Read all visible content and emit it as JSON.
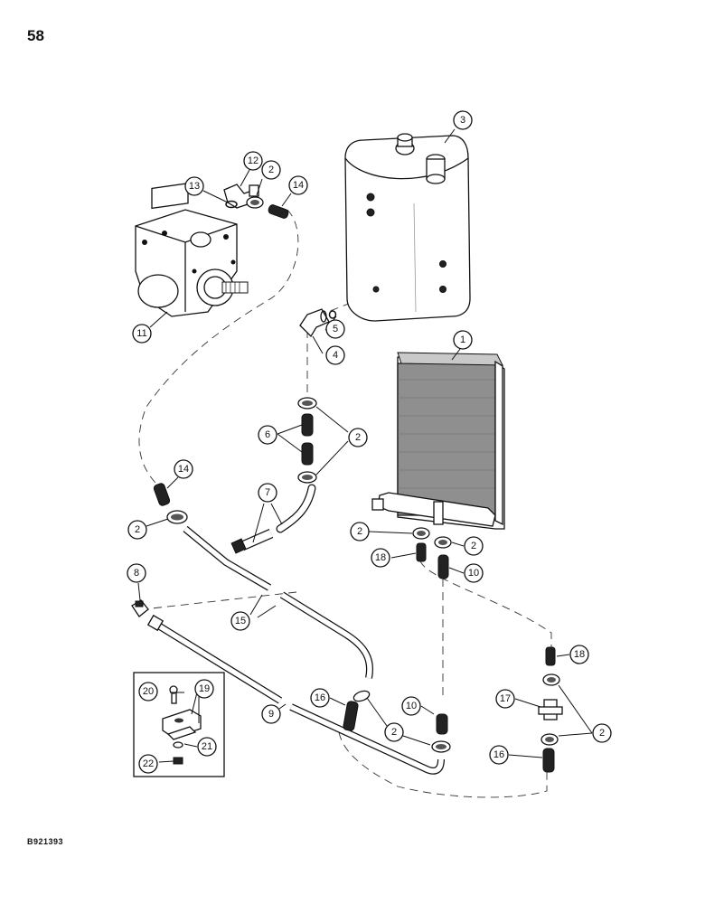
{
  "page_number": "58",
  "figure_code": "B921393",
  "callouts": [
    {
      "id": "1",
      "label": "1"
    },
    {
      "id": "3",
      "label": "3"
    },
    {
      "id": "12",
      "label": "12"
    },
    {
      "id": "13",
      "label": "13"
    },
    {
      "id": "2a",
      "label": "2"
    },
    {
      "id": "14a",
      "label": "14"
    },
    {
      "id": "11",
      "label": "11"
    },
    {
      "id": "5",
      "label": "5"
    },
    {
      "id": "4",
      "label": "4"
    },
    {
      "id": "6",
      "label": "6"
    },
    {
      "id": "2b",
      "label": "2"
    },
    {
      "id": "14b",
      "label": "14"
    },
    {
      "id": "7",
      "label": "7"
    },
    {
      "id": "2c",
      "label": "2"
    },
    {
      "id": "2d",
      "label": "2"
    },
    {
      "id": "2e",
      "label": "2"
    },
    {
      "id": "18a",
      "label": "18"
    },
    {
      "id": "10a",
      "label": "10"
    },
    {
      "id": "8",
      "label": "8"
    },
    {
      "id": "15",
      "label": "15"
    },
    {
      "id": "18b",
      "label": "18"
    },
    {
      "id": "20",
      "label": "20"
    },
    {
      "id": "19",
      "label": "19"
    },
    {
      "id": "16a",
      "label": "16"
    },
    {
      "id": "10b",
      "label": "10"
    },
    {
      "id": "17",
      "label": "17"
    },
    {
      "id": "2f",
      "label": "2"
    },
    {
      "id": "2g",
      "label": "2"
    },
    {
      "id": "9",
      "label": "9"
    },
    {
      "id": "21",
      "label": "21"
    },
    {
      "id": "22",
      "label": "22"
    },
    {
      "id": "16b",
      "label": "16"
    }
  ]
}
